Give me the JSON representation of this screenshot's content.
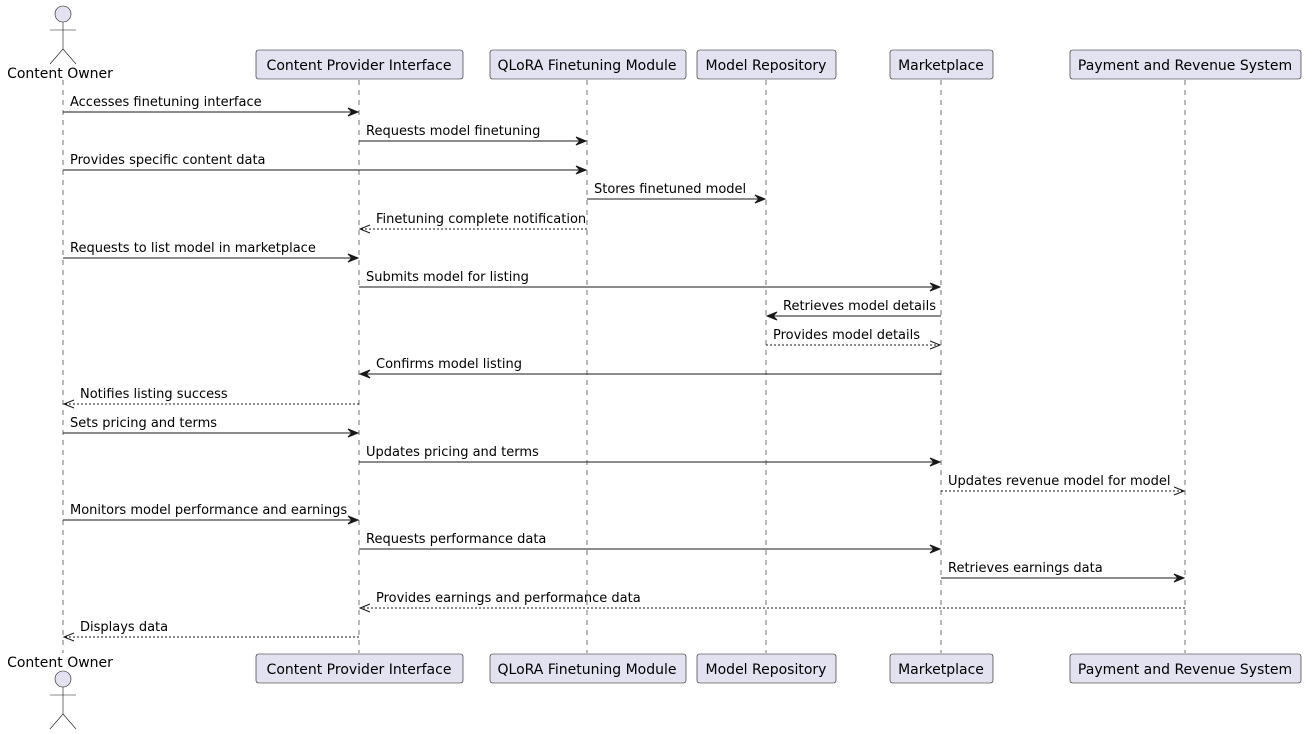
{
  "participants": [
    {
      "id": "owner",
      "label": "Content Owner",
      "kind": "actor"
    },
    {
      "id": "cpi",
      "label": "Content Provider Interface",
      "kind": "participant"
    },
    {
      "id": "qlora",
      "label": "QLoRA Finetuning Module",
      "kind": "participant"
    },
    {
      "id": "repo",
      "label": "Model Repository",
      "kind": "participant"
    },
    {
      "id": "market",
      "label": "Marketplace",
      "kind": "participant"
    },
    {
      "id": "payment",
      "label": "Payment and Revenue System",
      "kind": "participant"
    }
  ],
  "messages": [
    {
      "from": "owner",
      "to": "cpi",
      "label": "Accesses finetuning interface",
      "style": "solid"
    },
    {
      "from": "cpi",
      "to": "qlora",
      "label": "Requests model finetuning",
      "style": "solid"
    },
    {
      "from": "owner",
      "to": "qlora",
      "label": "Provides specific content data",
      "style": "solid"
    },
    {
      "from": "qlora",
      "to": "repo",
      "label": "Stores finetuned model",
      "style": "solid"
    },
    {
      "from": "qlora",
      "to": "cpi",
      "label": "Finetuning complete notification",
      "style": "dashed"
    },
    {
      "from": "owner",
      "to": "cpi",
      "label": "Requests to list model in marketplace",
      "style": "solid"
    },
    {
      "from": "cpi",
      "to": "market",
      "label": "Submits model for listing",
      "style": "solid"
    },
    {
      "from": "market",
      "to": "repo",
      "label": "Retrieves model details",
      "style": "solid"
    },
    {
      "from": "repo",
      "to": "market",
      "label": "Provides model details",
      "style": "dashed"
    },
    {
      "from": "market",
      "to": "cpi",
      "label": "Confirms model listing",
      "style": "solid"
    },
    {
      "from": "cpi",
      "to": "owner",
      "label": "Notifies listing success",
      "style": "dashed"
    },
    {
      "from": "owner",
      "to": "cpi",
      "label": "Sets pricing and terms",
      "style": "solid"
    },
    {
      "from": "cpi",
      "to": "market",
      "label": "Updates pricing and terms",
      "style": "solid"
    },
    {
      "from": "market",
      "to": "payment",
      "label": "Updates revenue model for model",
      "style": "dashed"
    },
    {
      "from": "owner",
      "to": "cpi",
      "label": "Monitors model performance and earnings",
      "style": "solid"
    },
    {
      "from": "cpi",
      "to": "market",
      "label": "Requests performance data",
      "style": "solid"
    },
    {
      "from": "market",
      "to": "payment",
      "label": "Retrieves earnings data",
      "style": "solid"
    },
    {
      "from": "payment",
      "to": "cpi",
      "label": "Provides earnings and performance data",
      "style": "dashed"
    },
    {
      "from": "cpi",
      "to": "owner",
      "label": "Displays data",
      "style": "dashed"
    }
  ]
}
